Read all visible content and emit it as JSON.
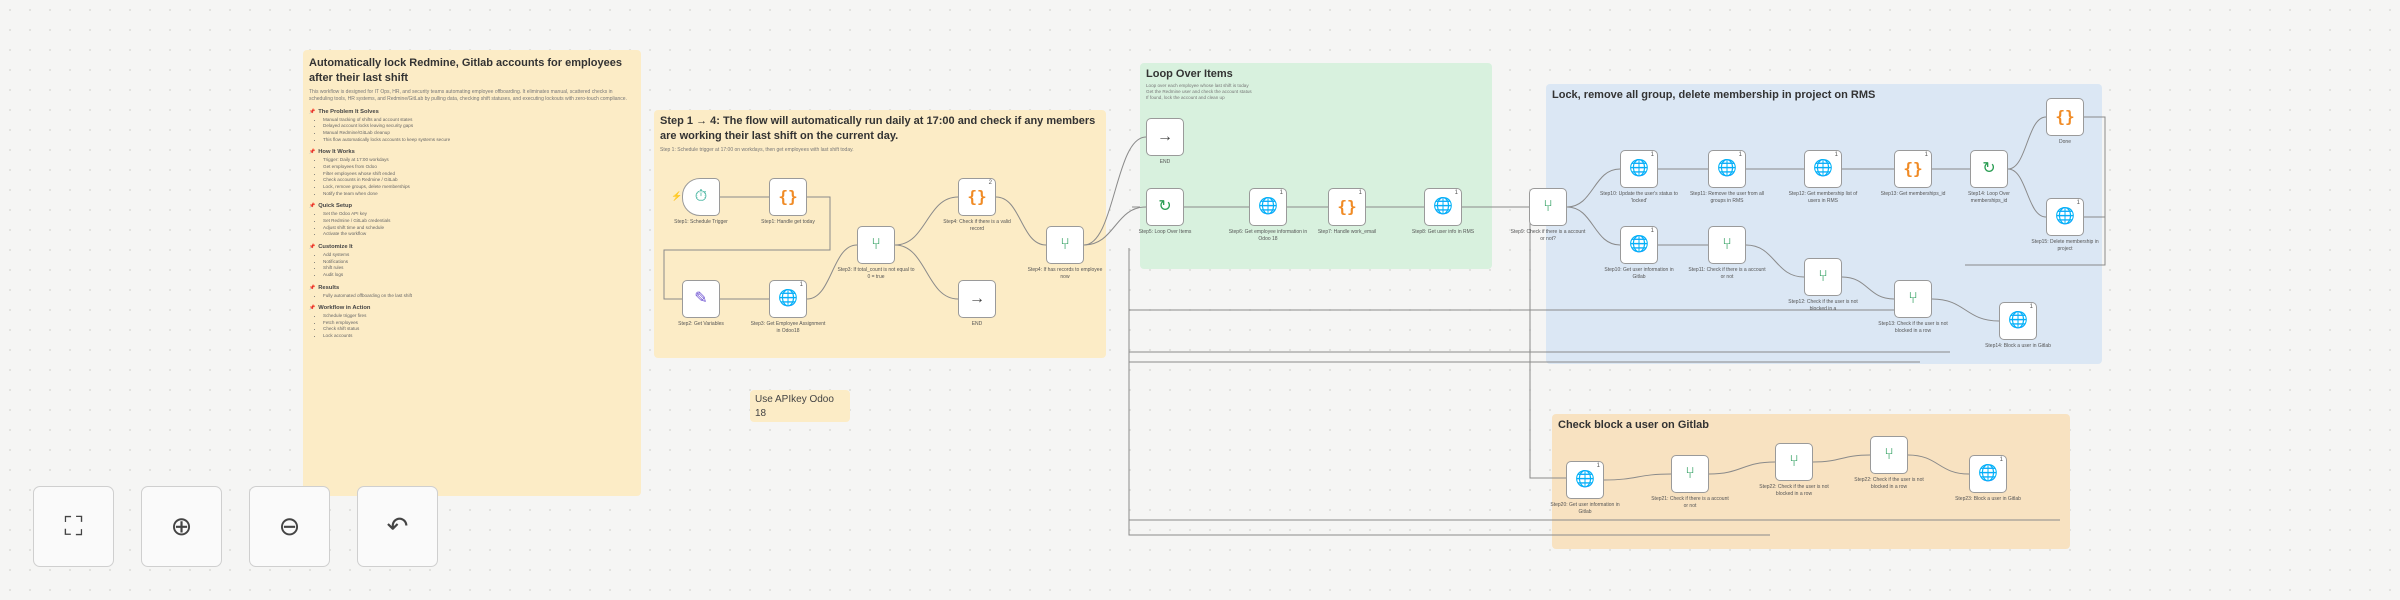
{
  "notes": {
    "doc": {
      "title": "Automatically lock Redmine, Gitlab accounts for employees after their last shift",
      "subtitle": "This workflow is designed for IT Ops, HR, and security teams automating employee offboarding. It eliminates manual, scattered checks in scheduling tools, HR systems, and Redmine/GitLab by pulling data, checking shift statuses, and executing lockouts with zero-touch compliance.",
      "sections": [
        {
          "title": "The Problem It Solves",
          "items": [
            "Manual tracking of shifts and account states",
            "Delayed account locks leaving security gaps",
            "Manual Redmine/GitLab cleanup",
            "This flow automatically locks accounts to keep systems secure"
          ]
        },
        {
          "title": "How It Works",
          "items": [
            "Trigger: Daily at 17:00 workdays",
            "Get employees from Odoo",
            "Filter employees whose shift ended",
            "Check accounts in Redmine / GitLab",
            "Lock, remove groups, delete memberships",
            "Notify the team when done"
          ]
        },
        {
          "title": "Quick Setup",
          "items": [
            "Set the Odoo API key",
            "Set Redmine / GitLab credentials",
            "Adjust shift time and schedule",
            "Activate the workflow"
          ]
        },
        {
          "title": "Customize It",
          "items": [
            "Add systems",
            "Notifications",
            "Shift rules",
            "Audit logs"
          ]
        },
        {
          "title": "Results",
          "items": [
            "Fully automated offboarding on the last shift"
          ]
        },
        {
          "title": "Workflow in Action",
          "items": [
            "Schedule trigger fires",
            "Fetch employees",
            "Check shift status",
            "Lock accounts"
          ]
        }
      ]
    },
    "step": {
      "title": "Step 1 → 4: The flow will automatically run daily at 17:00 and check if any members are working their last shift on the current day.",
      "desc": "Step 1: Schedule trigger at 17:00 on workdays, then get employees with last shift today."
    },
    "loop": {
      "title": "Loop Over Items",
      "desc1": "Loop over each employee whose last shift is today",
      "desc2": "Get the Redmine user and check the account status",
      "desc3": "If found, lock the account and clean up"
    },
    "lock": {
      "title": "Lock, remove all group, delete membership in project on RMS"
    },
    "gitlab": {
      "title": "Check block a user on Gitlab"
    },
    "api": {
      "title": "Use APIkey Odoo 18"
    }
  },
  "nodes": [
    {
      "id": "n1",
      "label": "Step1: Schedule Trigger",
      "icon": "clock-icon",
      "glyph": "⏱",
      "badge": ""
    },
    {
      "id": "n2",
      "label": "Step1: Handle get today",
      "icon": "code-icon",
      "glyph": "{}",
      "badge": ""
    },
    {
      "id": "n3",
      "label": "Step2: Get Variables",
      "icon": "pen-icon",
      "glyph": "✎",
      "badge": ""
    },
    {
      "id": "n4",
      "label": "Step3: Get Employee Assignment in Odoo18",
      "icon": "globe-icon",
      "glyph": "🌐",
      "badge": "1"
    },
    {
      "id": "n5",
      "label": "Step3: If total_count is not equal to 0 = true",
      "icon": "if-icon",
      "glyph": "⑂",
      "badge": ""
    },
    {
      "id": "n6",
      "label": "Step4: Check if there is a valid record",
      "icon": "code-icon",
      "glyph": "{}",
      "badge": "2"
    },
    {
      "id": "n7",
      "label": "END",
      "icon": "arrow-icon",
      "glyph": "→",
      "badge": ""
    },
    {
      "id": "n8",
      "label": "Step4: If has records to employee now",
      "icon": "if-icon",
      "glyph": "⑂",
      "badge": ""
    },
    {
      "id": "n9",
      "label": "END",
      "icon": "arrow-icon",
      "glyph": "→",
      "badge": ""
    },
    {
      "id": "n10",
      "label": "Step5: Loop Over Items",
      "icon": "loop-icon",
      "glyph": "↻",
      "badge": ""
    },
    {
      "id": "n11",
      "label": "Step6: Get employee information in Odoo 18",
      "icon": "globe-icon",
      "glyph": "🌐",
      "badge": "1"
    },
    {
      "id": "n12",
      "label": "Step7: Handle work_email",
      "icon": "code-icon",
      "glyph": "{}",
      "badge": "1"
    },
    {
      "id": "n13",
      "label": "Step8: Get user info in RMS",
      "icon": "globe-icon",
      "glyph": "🌐",
      "badge": "1"
    },
    {
      "id": "n14",
      "label": "Step9: Check if there is a account or not?",
      "icon": "if-icon",
      "glyph": "⑂",
      "badge": ""
    },
    {
      "id": "n15",
      "label": "Step10: Update the user's status to 'locked'",
      "icon": "globe-icon",
      "glyph": "🌐",
      "badge": "1"
    },
    {
      "id": "n16",
      "label": "Step10: Get user information in Gitlab",
      "icon": "globe-icon",
      "glyph": "🌐",
      "badge": "1"
    },
    {
      "id": "n17",
      "label": "Step11: Remove the user from all groups in RMS",
      "icon": "globe-icon",
      "glyph": "🌐",
      "badge": "1"
    },
    {
      "id": "n18",
      "label": "Step11: Check if there is a account or not",
      "icon": "if-icon",
      "glyph": "⑂",
      "badge": ""
    },
    {
      "id": "n19",
      "label": "Step12: Get membership list of users in RMS",
      "icon": "globe-icon",
      "glyph": "🌐",
      "badge": "1"
    },
    {
      "id": "n20",
      "label": "Step12: Check if the user is not blocked in a",
      "icon": "if-icon",
      "glyph": "⑂",
      "badge": ""
    },
    {
      "id": "n21",
      "label": "Step13: Get memberships_id",
      "icon": "code-icon",
      "glyph": "{}",
      "badge": "1"
    },
    {
      "id": "n22",
      "label": "Step13: Check if the user is not blocked in a row",
      "icon": "if-icon",
      "glyph": "⑂",
      "badge": ""
    },
    {
      "id": "n23",
      "label": "Step14: Loop Over memberships_id",
      "icon": "loop-icon",
      "glyph": "↻",
      "badge": ""
    },
    {
      "id": "n24",
      "label": "Done",
      "icon": "code-icon",
      "glyph": "{}",
      "badge": ""
    },
    {
      "id": "n25",
      "label": "Step15: Delete membership in project",
      "icon": "globe-icon",
      "glyph": "🌐",
      "badge": "1"
    },
    {
      "id": "n26",
      "label": "Step14: Block a user in Gitlab",
      "icon": "globe-icon",
      "glyph": "🌐",
      "badge": "1"
    },
    {
      "id": "n27",
      "label": "Step20: Get user information in Gitlab",
      "icon": "globe-icon",
      "glyph": "🌐",
      "badge": "1"
    },
    {
      "id": "n28",
      "label": "Step21: Check if there is a account or not",
      "icon": "if-icon",
      "glyph": "⑂",
      "badge": ""
    },
    {
      "id": "n29",
      "label": "Step22: Check if the user is not blocked in a row",
      "icon": "if-icon",
      "glyph": "⑂",
      "badge": ""
    },
    {
      "id": "n30",
      "label": "Step22: Check if the user is not blocked in a row",
      "icon": "if-icon",
      "glyph": "⑂",
      "badge": ""
    },
    {
      "id": "n31",
      "label": "Step23: Block a user in Gitlab",
      "icon": "globe-icon",
      "glyph": "🌐",
      "badge": "1"
    }
  ],
  "controls": [
    {
      "name": "fit-view-button",
      "icon": "fit-view-icon",
      "glyph": "⛶"
    },
    {
      "name": "zoom-in-button",
      "icon": "zoom-in-icon",
      "glyph": "⊕"
    },
    {
      "name": "zoom-out-button",
      "icon": "zoom-out-icon",
      "glyph": "⊖"
    },
    {
      "name": "undo-button",
      "icon": "undo-icon",
      "glyph": "↶"
    }
  ],
  "colors": {
    "yellow_note": "#fcecc6",
    "green_note": "#d8f1de",
    "blue_note": "#dbe7f4",
    "orange_note": "#f8e2c1"
  }
}
